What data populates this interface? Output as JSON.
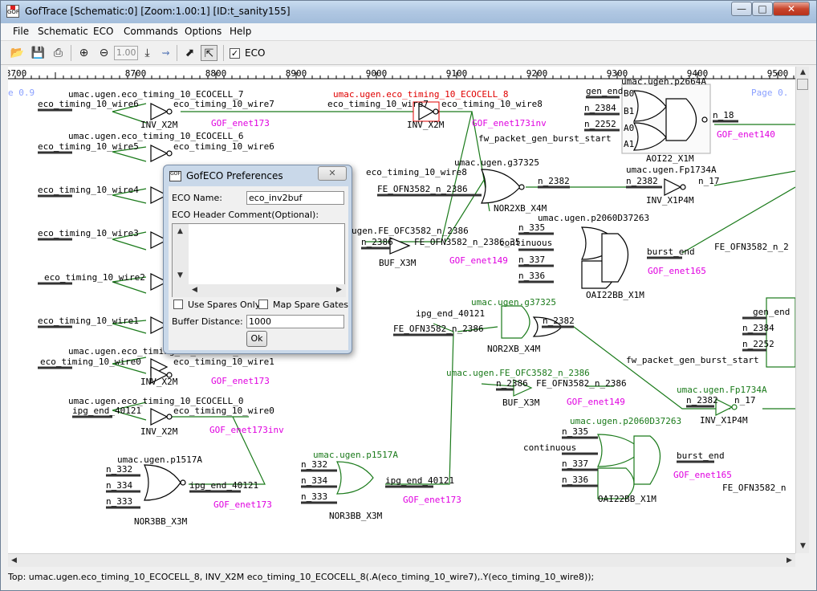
{
  "window": {
    "title": "GofTrace [Schematic:0] [Zoom:1.00:1] [ID:t_sanity155]",
    "controls": {
      "minimize": "—",
      "maximize": "□",
      "close": "✕"
    }
  },
  "menu": [
    "File",
    "Schematic",
    "ECO",
    "Commands",
    "Options",
    "Help"
  ],
  "toolbar": {
    "zoom_value": "1.00",
    "eco_label": "ECO",
    "eco_checked": true,
    "icons": [
      "open-icon",
      "save-icon",
      "print-icon",
      "zoom-in-icon",
      "zoom-out-icon",
      "zoom-field",
      "download-icon",
      "sparkle-icon",
      "pointer-icon",
      "select-box-icon"
    ]
  },
  "ruler": {
    "ticks": [
      "8700",
      "8800",
      "8900",
      "9000",
      "9100",
      "9200",
      "9300",
      "9400",
      "9500"
    ],
    "page_left": "e 0.9",
    "page_right": "Page 0."
  },
  "schematic": {
    "colors": {
      "black": "#000000",
      "green": "#1a7a1a",
      "red": "#e00000",
      "magenta": "#e000e0",
      "wire": "#1a7a1a"
    },
    "texts": [
      {
        "id": "t1",
        "text": "umac.ugen.eco_timing_10_ECOCELL_7",
        "color": "black"
      },
      {
        "id": "t2",
        "text": "eco_timing_10_wire6",
        "color": "black"
      },
      {
        "id": "t3",
        "text": "eco_timing_10_wire7",
        "color": "black"
      },
      {
        "id": "t4",
        "text": "INV_X2M",
        "color": "black"
      },
      {
        "id": "t5",
        "text": "GOF_enet173",
        "color": "magenta"
      },
      {
        "id": "t6",
        "text": "umac.ugen.eco_timing_10_ECOCELL_8",
        "color": "red"
      },
      {
        "id": "t7",
        "text": "eco_timing_10_wire7",
        "color": "black"
      },
      {
        "id": "t8",
        "text": "eco_timing_10_wire8",
        "color": "black"
      },
      {
        "id": "t9",
        "text": "INV_X2M",
        "color": "black"
      },
      {
        "id": "t10",
        "text": "GOF_enet173inv",
        "color": "magenta"
      },
      {
        "id": "t11",
        "text": "umac.ugen.eco_timing_10_ECOCELL_6",
        "color": "black"
      },
      {
        "id": "t12",
        "text": "eco_timing_10_wire5",
        "color": "black"
      },
      {
        "id": "t13",
        "text": "eco_timing_10_wire6",
        "color": "black"
      },
      {
        "id": "t14",
        "text": "umac.ugen.p2664A",
        "color": "black"
      },
      {
        "id": "t15",
        "text": "gen_end",
        "color": "black"
      },
      {
        "id": "t16",
        "text": "n_2384",
        "color": "black"
      },
      {
        "id": "t17",
        "text": "n_2252",
        "color": "black"
      },
      {
        "id": "t18",
        "text": "B0",
        "color": "black"
      },
      {
        "id": "t19",
        "text": "B1",
        "color": "black"
      },
      {
        "id": "t20",
        "text": "A0",
        "color": "black"
      },
      {
        "id": "t21",
        "text": "A1",
        "color": "black"
      },
      {
        "id": "t22",
        "text": "fw_packet_gen_burst_start",
        "color": "black"
      },
      {
        "id": "t23",
        "text": "AOI22_X1M",
        "color": "black"
      },
      {
        "id": "t24",
        "text": "n_18",
        "color": "black"
      },
      {
        "id": "t25",
        "text": "GOF_enet140",
        "color": "magenta"
      },
      {
        "id": "t26",
        "text": "umac.ugen.g37325",
        "color": "black"
      },
      {
        "id": "t27",
        "text": "eco_timing_10_wire8",
        "color": "black"
      },
      {
        "id": "t28",
        "text": "FE_OFN3582_n_2386",
        "color": "black"
      },
      {
        "id": "t29",
        "text": "n_2382",
        "color": "black"
      },
      {
        "id": "t30",
        "text": "NOR2XB_X4M",
        "color": "black"
      },
      {
        "id": "t31",
        "text": "umac.ugen.Fp1734A",
        "color": "black"
      },
      {
        "id": "t32",
        "text": "n_2382",
        "color": "black"
      },
      {
        "id": "t33",
        "text": "n_17",
        "color": "black"
      },
      {
        "id": "t34",
        "text": "INV_X1P4M",
        "color": "black"
      },
      {
        "id": "t35",
        "text": "ugen.FE_OFC3582_n_2386",
        "color": "black"
      },
      {
        "id": "t36",
        "text": "n_2386",
        "color": "black"
      },
      {
        "id": "t37",
        "text": "FE_OFN3582_n_2386_35",
        "color": "black"
      },
      {
        "id": "t38",
        "text": "BUF_X3M",
        "color": "black"
      },
      {
        "id": "t39",
        "text": "GOF_enet149",
        "color": "magenta"
      },
      {
        "id": "t40",
        "text": "continuous",
        "color": "black"
      },
      {
        "id": "t41",
        "text": "umac.ugen.p2060D37263",
        "color": "black"
      },
      {
        "id": "t42",
        "text": "n_335",
        "color": "black"
      },
      {
        "id": "t43",
        "text": "n_337",
        "color": "black"
      },
      {
        "id": "t44",
        "text": "n_336",
        "color": "black"
      },
      {
        "id": "t45",
        "text": "burst_end",
        "color": "black"
      },
      {
        "id": "t46",
        "text": "GOF_enet165",
        "color": "magenta"
      },
      {
        "id": "t47",
        "text": "OAI22BB_X1M",
        "color": "black"
      },
      {
        "id": "t48",
        "text": "FE_OFN3582_n_2",
        "color": "black"
      },
      {
        "id": "t49",
        "text": "eco_timing_10_wire4",
        "color": "black"
      },
      {
        "id": "t50",
        "text": "eco_timing_10_wire3",
        "color": "black"
      },
      {
        "id": "t51",
        "text": "eco_timing_10_wire2",
        "color": "black"
      },
      {
        "id": "t52",
        "text": "eco_timing_10_wire1",
        "color": "black"
      },
      {
        "id": "t53",
        "text": "umac.ugen.eco_timing_10_ECOCELL_1",
        "color": "black"
      },
      {
        "id": "t54",
        "text": "eco_timing_10_wire0",
        "color": "black"
      },
      {
        "id": "t55",
        "text": "eco_timing_10_wire1",
        "color": "black"
      },
      {
        "id": "t56",
        "text": "INV_X2M",
        "color": "black"
      },
      {
        "id": "t57",
        "text": "GOF_enet173",
        "color": "magenta"
      },
      {
        "id": "t58",
        "text": "umac.ugen.eco_timing_10_ECOCELL_0",
        "color": "black"
      },
      {
        "id": "t59",
        "text": "ipg_end_40121",
        "color": "black"
      },
      {
        "id": "t60",
        "text": "eco_timing_10_wire0",
        "color": "black"
      },
      {
        "id": "t61",
        "text": "INV_X2M",
        "color": "black"
      },
      {
        "id": "t62",
        "text": "GOF_enet173inv",
        "color": "magenta"
      },
      {
        "id": "t63",
        "text": "umac.ugen.p1517A",
        "color": "black"
      },
      {
        "id": "t64",
        "text": "n_332",
        "color": "black"
      },
      {
        "id": "t65",
        "text": "n_334",
        "color": "black"
      },
      {
        "id": "t66",
        "text": "n_333",
        "color": "black"
      },
      {
        "id": "t67",
        "text": "ipg_end_40121",
        "color": "black"
      },
      {
        "id": "t68",
        "text": "NOR3BB_X3M",
        "color": "black"
      },
      {
        "id": "t69",
        "text": "GOF_enet173",
        "color": "magenta"
      },
      {
        "id": "t70",
        "text": "umac.ugen.p1517A",
        "color": "green"
      },
      {
        "id": "t71",
        "text": "n_332",
        "color": "black"
      },
      {
        "id": "t72",
        "text": "n_334",
        "color": "black"
      },
      {
        "id": "t73",
        "text": "n_333",
        "color": "black"
      },
      {
        "id": "t74",
        "text": "ipg_end_40121",
        "color": "black"
      },
      {
        "id": "t75",
        "text": "NOR3BB_X3M",
        "color": "black"
      },
      {
        "id": "t76",
        "text": "GOF_enet173",
        "color": "magenta"
      },
      {
        "id": "t77",
        "text": "ipg_end_40121",
        "color": "black"
      },
      {
        "id": "t78",
        "text": "umac.ugen.g37325",
        "color": "green"
      },
      {
        "id": "t79",
        "text": "FE_OFN3582_n_2386",
        "color": "black"
      },
      {
        "id": "t80",
        "text": "n_2382",
        "color": "black"
      },
      {
        "id": "t81",
        "text": "NOR2XB_X4M",
        "color": "black"
      },
      {
        "id": "t82",
        "text": "umac.ugen.FE_OFC3582_n_2386",
        "color": "green"
      },
      {
        "id": "t83",
        "text": "n_2386",
        "color": "black"
      },
      {
        "id": "t84",
        "text": "FE_OFN3582_n_2386",
        "color": "black"
      },
      {
        "id": "t85",
        "text": "BUF_X3M",
        "color": "black"
      },
      {
        "id": "t86",
        "text": "GOF_enet149",
        "color": "magenta"
      },
      {
        "id": "t87",
        "text": "fw_packet_gen_burst_start",
        "color": "black"
      },
      {
        "id": "t88",
        "text": "umac.ugen.Fp1734A",
        "color": "green"
      },
      {
        "id": "t89",
        "text": "n_2382",
        "color": "black"
      },
      {
        "id": "t90",
        "text": "n_17",
        "color": "black"
      },
      {
        "id": "t91",
        "text": "INV_X1P4M",
        "color": "black"
      },
      {
        "id": "t92",
        "text": "umac.ugen.p2060D37263",
        "color": "green"
      },
      {
        "id": "t93",
        "text": "continuous",
        "color": "black"
      },
      {
        "id": "t94",
        "text": "n_335",
        "color": "black"
      },
      {
        "id": "t95",
        "text": "n_337",
        "color": "black"
      },
      {
        "id": "t96",
        "text": "n_336",
        "color": "black"
      },
      {
        "id": "t97",
        "text": "burst_end",
        "color": "black"
      },
      {
        "id": "t98",
        "text": "GOF_enet165",
        "color": "magenta"
      },
      {
        "id": "t99",
        "text": "OAI22BB_X1M",
        "color": "black"
      },
      {
        "id": "t100",
        "text": "FE_OFN3582_n",
        "color": "black"
      },
      {
        "id": "t101",
        "text": "gen_end",
        "color": "black"
      },
      {
        "id": "t102",
        "text": "n_2384",
        "color": "black"
      },
      {
        "id": "t103",
        "text": "n_2252",
        "color": "black"
      }
    ]
  },
  "dialog": {
    "title": "GofECO Preferences",
    "eco_name_label": "ECO Name:",
    "eco_name_value": "eco_inv2buf",
    "header_comment_label": "ECO Header Comment(Optional):",
    "use_spares_label": "Use Spares Only",
    "map_spare_label": "Map Spare Gates",
    "buffer_distance_label": "Buffer Distance:",
    "buffer_distance_value": "1000",
    "ok_label": "Ok"
  },
  "status": "Top: umac.ugen.eco_timing_10_ECOCELL_8, INV_X2M eco_timing_10_ECOCELL_8(.A(eco_timing_10_wire7),.Y(eco_timing_10_wire8));"
}
